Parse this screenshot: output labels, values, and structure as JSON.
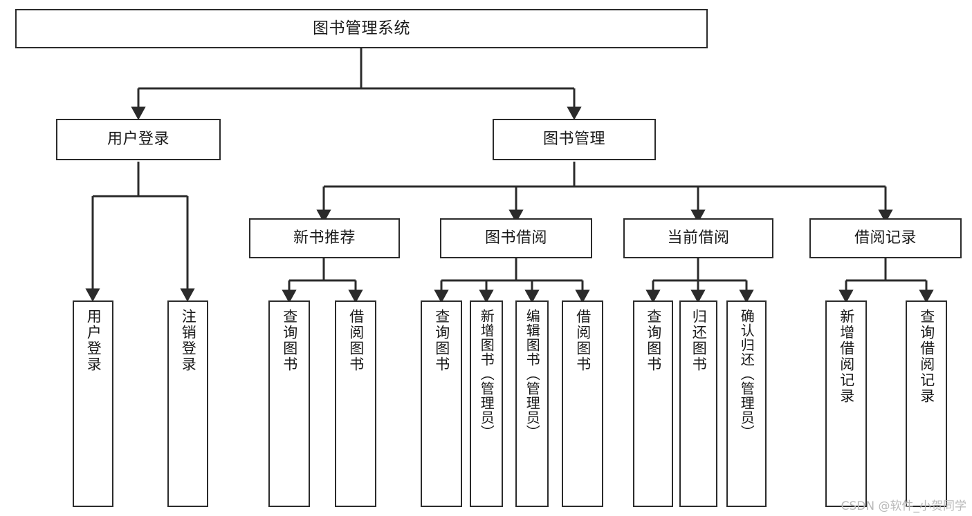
{
  "diagram": {
    "title": "图书管理系统",
    "type": "hierarchy-tree",
    "watermark": "CSDN @软件_小贺同学",
    "colors": {
      "background": "#ffffff",
      "node_border": "#2b2b2b",
      "node_fill": "#ffffff",
      "edge": "#2b2b2b",
      "text": "#1a1a1a",
      "watermark": "#b9b9b9"
    },
    "nodes": {
      "root": {
        "label": "图书管理系统"
      },
      "level1": [
        {
          "id": "user-login",
          "label": "用户登录"
        },
        {
          "id": "book-manage",
          "label": "图书管理"
        }
      ],
      "level2": [
        {
          "id": "new-book-recommend",
          "label": "新书推荐"
        },
        {
          "id": "book-borrow",
          "label": "图书借阅"
        },
        {
          "id": "current-borrow",
          "label": "当前借阅"
        },
        {
          "id": "borrow-record",
          "label": "借阅记录"
        }
      ],
      "leaves": {
        "user_login": [
          {
            "id": "leaf-user-login",
            "label": "用户登录"
          },
          {
            "id": "leaf-logout-login",
            "label": "注销登录"
          }
        ],
        "new_book_recommend": [
          {
            "id": "leaf-query-book-1",
            "label": "查询图书"
          },
          {
            "id": "leaf-borrow-book-1",
            "label": "借阅图书"
          }
        ],
        "book_borrow": [
          {
            "id": "leaf-query-book-2",
            "label": "查询图书"
          },
          {
            "id": "leaf-add-book",
            "label": "新增图书（管理员）"
          },
          {
            "id": "leaf-edit-book",
            "label": "编辑图书（管理员）"
          },
          {
            "id": "leaf-borrow-book-2",
            "label": "借阅图书"
          }
        ],
        "current_borrow": [
          {
            "id": "leaf-query-book-3",
            "label": "查询图书"
          },
          {
            "id": "leaf-return-book",
            "label": "归还图书"
          },
          {
            "id": "leaf-confirm-return",
            "label": "确认归还（管理员）"
          }
        ],
        "borrow_record": [
          {
            "id": "leaf-add-record",
            "label": "新增借阅记录"
          },
          {
            "id": "leaf-query-record",
            "label": "查询借阅记录"
          }
        ]
      }
    }
  }
}
